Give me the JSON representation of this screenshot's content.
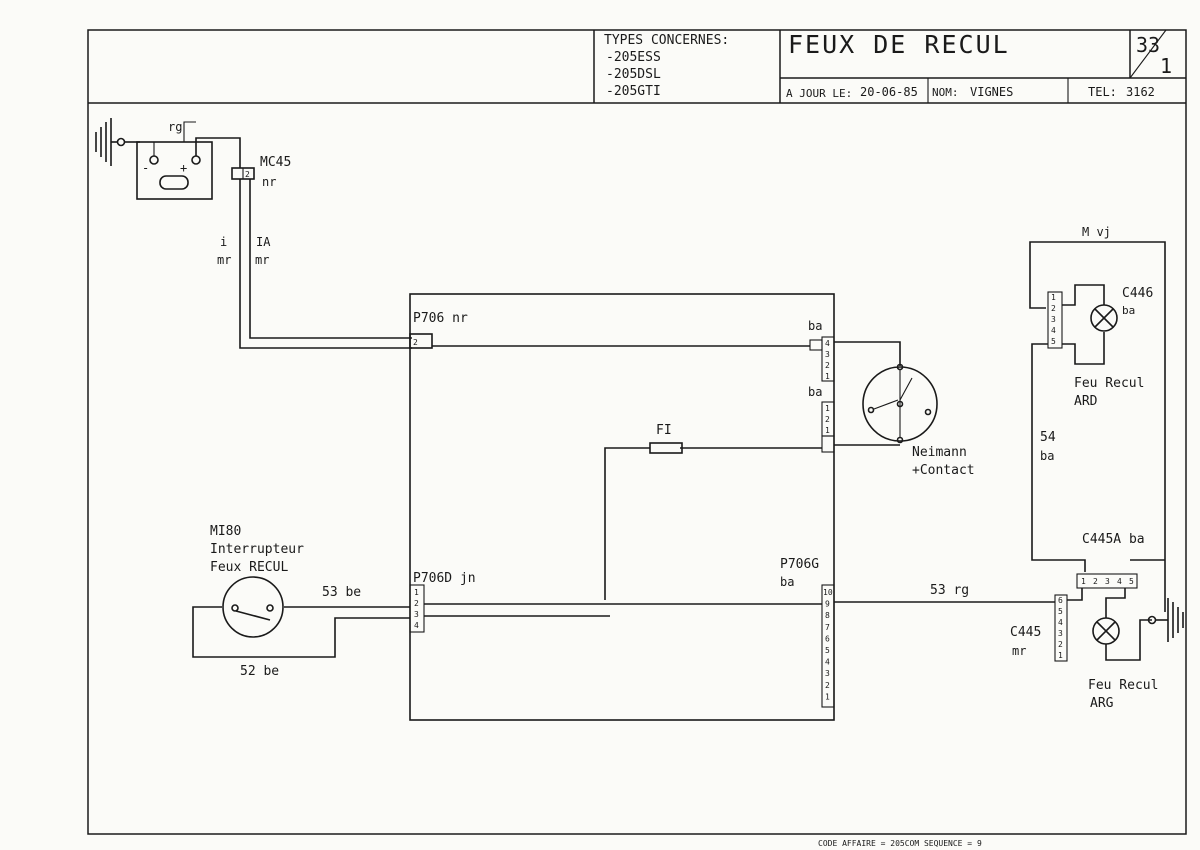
{
  "title_block": {
    "types_label": "TYPES CONCERNES:",
    "types": [
      "-205ESS",
      "-205DSL",
      "-205GTI"
    ],
    "title": "FEUX DE RECUL",
    "sheet_top": "33",
    "sheet_bottom": "1",
    "date_label": "A JOUR LE:",
    "date_value": "20-06-85",
    "name_label": "NOM:",
    "name_value": "VIGNES",
    "tel_label": "TEL:",
    "tel_value": "3162"
  },
  "footer": "CODE AFFAIRE = 205COM SEQUENCE = 9",
  "battery": {
    "wire": "rg",
    "minus": "-",
    "plus": "+"
  },
  "mc45": {
    "label": "MC45",
    "color": "nr",
    "pin": "2"
  },
  "wires": {
    "left_a": "i",
    "left_a_color": "mr",
    "left_b": "IA",
    "left_b_color": "mr",
    "w53be": "53 be",
    "w52be": "52 be",
    "w53rg": "53 rg",
    "w54": "54",
    "w54_color": "ba"
  },
  "p706": {
    "label": "P706 nr",
    "pin": "2"
  },
  "p706_right_top": {
    "color": "ba",
    "pins": [
      "1",
      "2",
      "3",
      "4"
    ]
  },
  "p706_right_mid": {
    "color": "ba",
    "pins": [
      "1",
      "2",
      "1"
    ]
  },
  "p706_right_low": {
    "pins": [
      "1",
      "2",
      "3",
      "4"
    ]
  },
  "fuse": {
    "label": "FI"
  },
  "neimann": {
    "line1": "Neimann",
    "line2": "+Contact"
  },
  "m180": {
    "code": "MI80",
    "line1": "Interrupteur",
    "line2": "Feux RECUL"
  },
  "p706d": {
    "label": "P706D jn",
    "pins": [
      "1",
      "2",
      "3",
      "4"
    ]
  },
  "p706g": {
    "label": "P706G",
    "color": "ba",
    "pins": [
      "1",
      "2",
      "3",
      "4",
      "5",
      "6",
      "7",
      "8",
      "9",
      "10"
    ]
  },
  "c446": {
    "code": "C446",
    "color": "ba",
    "pins": [
      "1",
      "2",
      "3",
      "4",
      "5"
    ],
    "line1": "Feu Recul",
    "line2": "ARD"
  },
  "mvj": {
    "label": "M vj"
  },
  "c445a": {
    "label": "C445A ba",
    "pins": [
      "1",
      "2",
      "3",
      "4",
      "5"
    ]
  },
  "c445": {
    "code": "C445",
    "color": "mr",
    "pins": [
      "1",
      "2",
      "3",
      "4",
      "5",
      "6"
    ],
    "line1": "Feu Recul",
    "line2": "ARG"
  }
}
